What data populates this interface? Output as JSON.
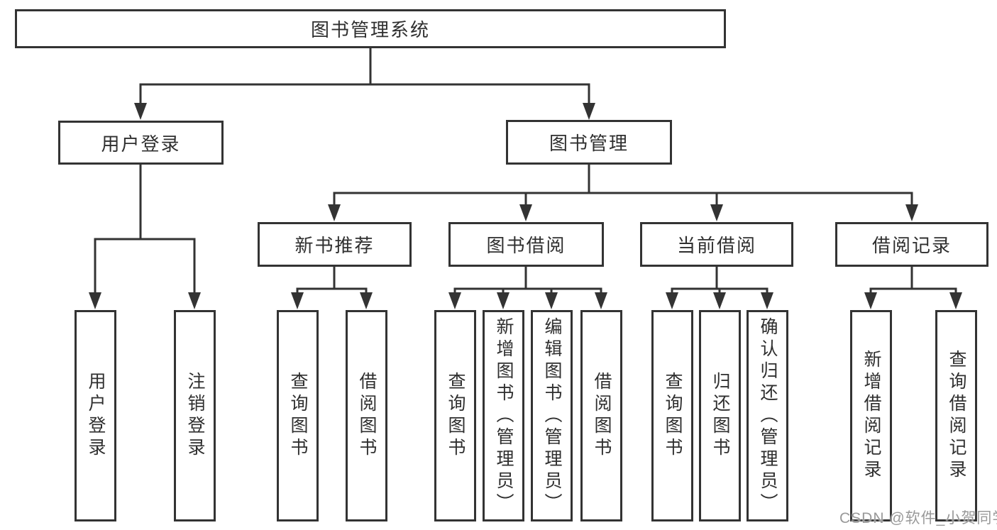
{
  "tree": {
    "label": "图书管理系统",
    "children": [
      {
        "label": "用户登录",
        "children": [
          {
            "label": "用户登录"
          },
          {
            "label": "注销登录"
          }
        ]
      },
      {
        "label": "图书管理",
        "children": [
          {
            "label": "新书推荐",
            "children": [
              {
                "label": "查询图书"
              },
              {
                "label": "借阅图书"
              }
            ]
          },
          {
            "label": "图书借阅",
            "children": [
              {
                "label": "查询图书"
              },
              {
                "label": "新增图书（管理员）"
              },
              {
                "label": "编辑图书（管理员）"
              },
              {
                "label": "借阅图书"
              }
            ]
          },
          {
            "label": "当前借阅",
            "children": [
              {
                "label": "查询图书"
              },
              {
                "label": "归还图书"
              },
              {
                "label": "确认归还（管理员）"
              }
            ]
          },
          {
            "label": "借阅记录",
            "children": [
              {
                "label": "新增借阅记录"
              },
              {
                "label": "查询借阅记录"
              }
            ]
          }
        ]
      }
    ]
  },
  "watermark": {
    "text": "CSDN @软件_小贺同学"
  },
  "colors": {
    "line": "#333333",
    "text": "#2f2f2f",
    "background": "#ffffff",
    "watermark": "#999999"
  }
}
